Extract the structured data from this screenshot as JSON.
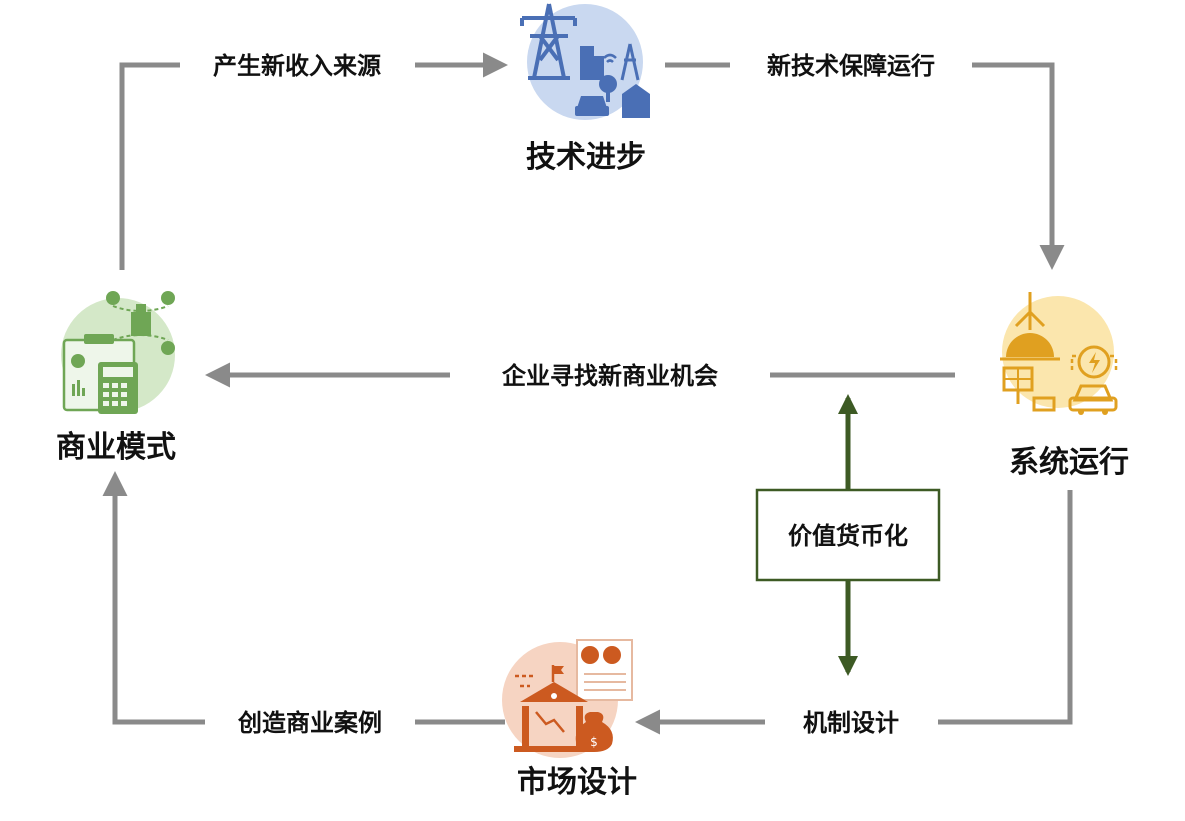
{
  "nodes": {
    "tech": {
      "label": "技术进步",
      "icon": "power-grid-city-icon",
      "color": "#4a6fb5",
      "bg": "#c9d8f0"
    },
    "system": {
      "label": "系统运行",
      "icon": "renewable-ev-icon",
      "color": "#e0a020",
      "bg": "#fbe6ad"
    },
    "market": {
      "label": "市场设计",
      "icon": "market-exchange-icon",
      "color": "#cc5a20",
      "bg": "#f6d4c2"
    },
    "business": {
      "label": "商业模式",
      "icon": "business-network-icon",
      "color": "#6fa655",
      "bg": "#d4e8c8"
    }
  },
  "edges": {
    "business_to_tech": "产生新收入来源",
    "tech_to_system": "新技术保障运行",
    "system_to_business": "企业寻找新商业机会",
    "system_to_market": "机制设计",
    "market_to_business": "创造商业案例"
  },
  "center": {
    "label": "价值货币化",
    "color": "#3d5a24"
  },
  "colors": {
    "arrow": "#8a8a8a",
    "text": "#111111"
  }
}
